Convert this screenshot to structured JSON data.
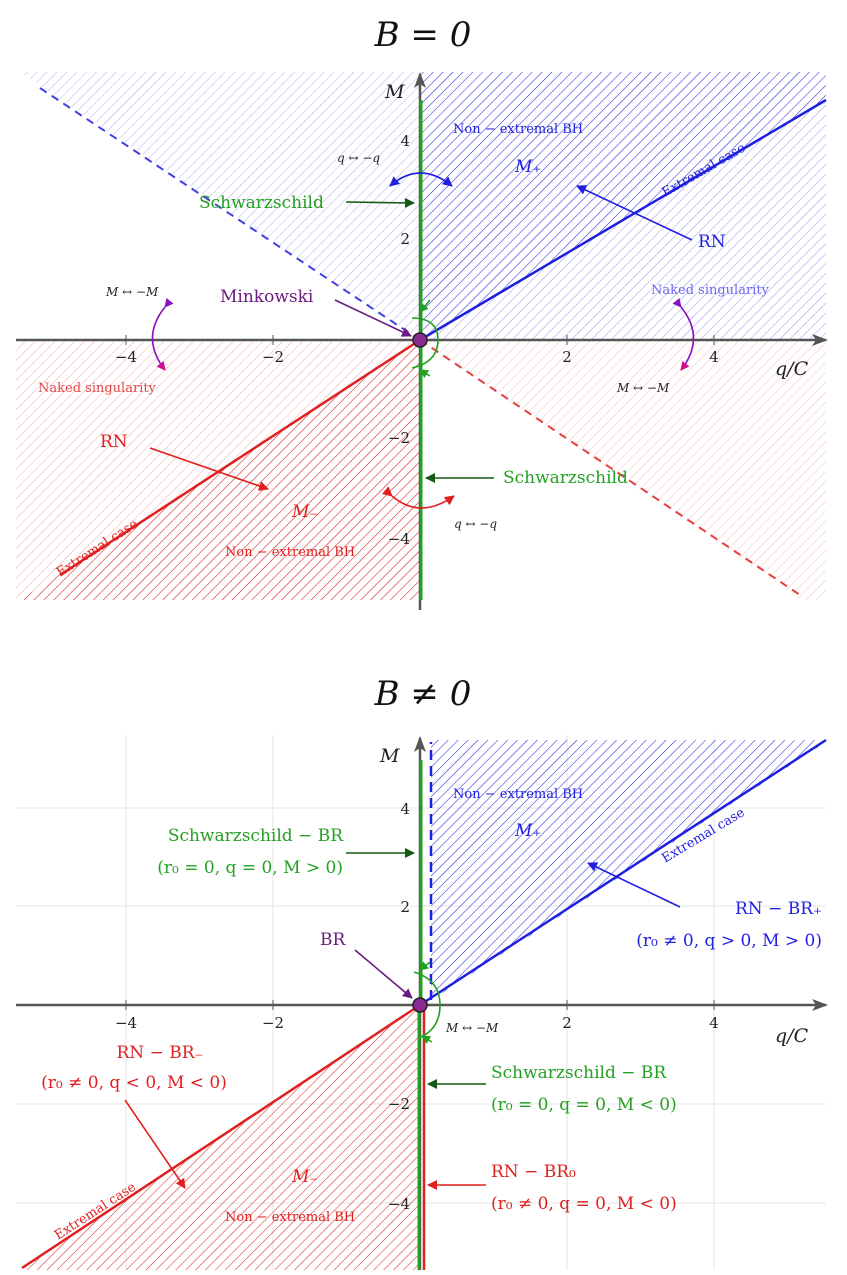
{
  "panel_top": {
    "title": "B = 0",
    "axis_x_label": "q/C",
    "axis_y_label": "M",
    "x_ticks": [
      "−4",
      "−2",
      "2",
      "4"
    ],
    "y_ticks": [
      "4",
      "2",
      "−2",
      "−4"
    ],
    "labels": {
      "nonextremal_top": "Non − extremal BH",
      "m_plus": "M₊",
      "extremal_top": "Extremal case",
      "q_swap_top": "q ↔ −q",
      "schwarzschild_top": "Schwarzschild",
      "rn_top": "RN",
      "m_swap_left": "M ↔ −M",
      "minkowski": "Minkowski",
      "naked_right": "Naked singularity",
      "naked_left": "Naked singularity",
      "m_swap_right": "M ↔ −M",
      "rn_bottom": "RN",
      "schwarzschild_bottom": "Schwarzschild",
      "m_minus": "M₋",
      "extremal_bottom": "Extremal case",
      "q_swap_bottom": "q ↔ −q",
      "nonextremal_bottom": "Non − extremal BH"
    }
  },
  "panel_bottom": {
    "title": "B ≠ 0",
    "axis_x_label": "q/C",
    "axis_y_label": "M",
    "x_ticks": [
      "−4",
      "−2",
      "2",
      "4"
    ],
    "y_ticks": [
      "4",
      "2",
      "−2",
      "−4"
    ],
    "labels": {
      "nonextremal_top": "Non − extremal BH",
      "m_plus": "M₊",
      "extremal_top": "Extremal case",
      "schw_br_top": "Schwarzschild − BR",
      "schw_br_top_cond": "(r₀ = 0,  q = 0,  M > 0)",
      "rn_br_plus": "RN − BR₊",
      "rn_br_plus_cond": "(r₀ ≠ 0,  q > 0,  M > 0)",
      "br": "BR",
      "m_swap": "M ↔ −M",
      "rn_br_minus": "RN − BR₋",
      "rn_br_minus_cond": "(r₀ ≠ 0,  q < 0,  M < 0)",
      "schw_br_bottom": "Schwarzschild − BR",
      "schw_br_bottom_cond": "(r₀ = 0,  q = 0,  M < 0)",
      "rn_br_zero": "RN − BR₀",
      "rn_br_zero_cond": "(r₀ ≠ 0,  q = 0,  M < 0)",
      "m_minus": "M₋",
      "extremal_bottom": "Extremal case",
      "nonextremal_bottom": "Non − extremal BH"
    }
  },
  "colors": {
    "blue": "#1f1fe0",
    "red": "#e01f1f",
    "green": "#22a022",
    "dark_green": "#145a14",
    "purple": "#6a1a80",
    "axis": "#555555"
  }
}
